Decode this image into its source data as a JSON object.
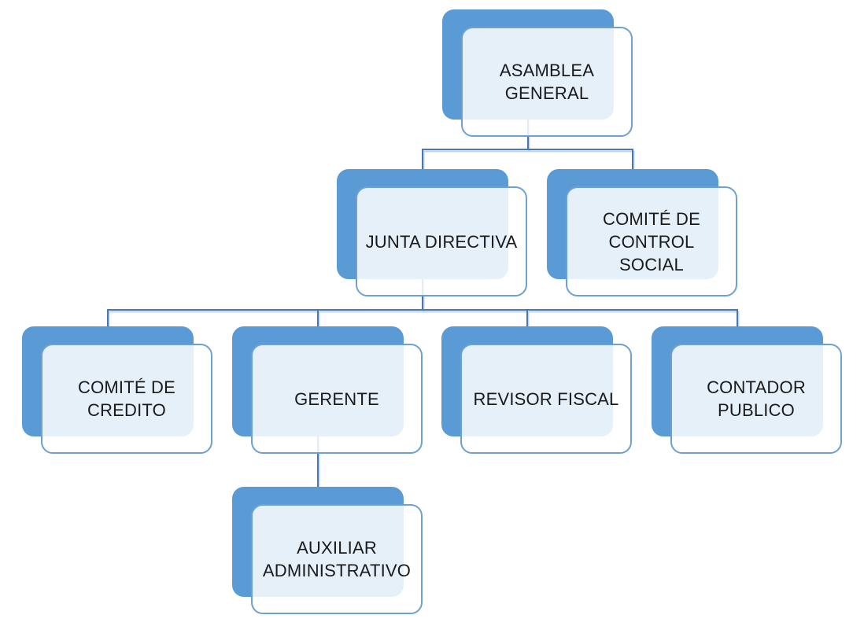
{
  "diagram": {
    "type": "org-chart",
    "language": "es",
    "background_color": "#ffffff",
    "colors": {
      "shape_back_fill": "#5b9bd5",
      "shape_front_fill": "rgba(255,255,255,0.85)",
      "shape_front_border": "#6fa0d3",
      "connector_line": "#4a78ad",
      "connector_shadow": "#bdd4ec",
      "label_text": "#1a1a1a"
    },
    "nodes": [
      {
        "id": "asamblea-general",
        "label": "ASAMBLEA GENERAL",
        "parent": null
      },
      {
        "id": "junta-directiva",
        "label": "JUNTA DIRECTIVA",
        "parent": "asamblea-general"
      },
      {
        "id": "comite-de-control-social",
        "label": "COMITÉ DE CONTROL SOCIAL",
        "parent": "asamblea-general"
      },
      {
        "id": "comite-de-credito",
        "label": "COMITÉ DE CREDITO",
        "parent": "junta-directiva"
      },
      {
        "id": "gerente",
        "label": "GERENTE",
        "parent": "junta-directiva"
      },
      {
        "id": "revisor-fiscal",
        "label": "REVISOR FISCAL",
        "parent": "junta-directiva"
      },
      {
        "id": "contador-publico",
        "label": "CONTADOR PUBLICO",
        "parent": "junta-directiva"
      },
      {
        "id": "auxiliar-administrativo",
        "label": "AUXILIAR ADMINISTRATIVO",
        "parent": "gerente"
      }
    ],
    "edges": [
      [
        "asamblea-general",
        "junta-directiva"
      ],
      [
        "asamblea-general",
        "comite-de-control-social"
      ],
      [
        "junta-directiva",
        "comite-de-credito"
      ],
      [
        "junta-directiva",
        "gerente"
      ],
      [
        "junta-directiva",
        "revisor-fiscal"
      ],
      [
        "junta-directiva",
        "contador-publico"
      ],
      [
        "gerente",
        "auxiliar-administrativo"
      ]
    ]
  }
}
